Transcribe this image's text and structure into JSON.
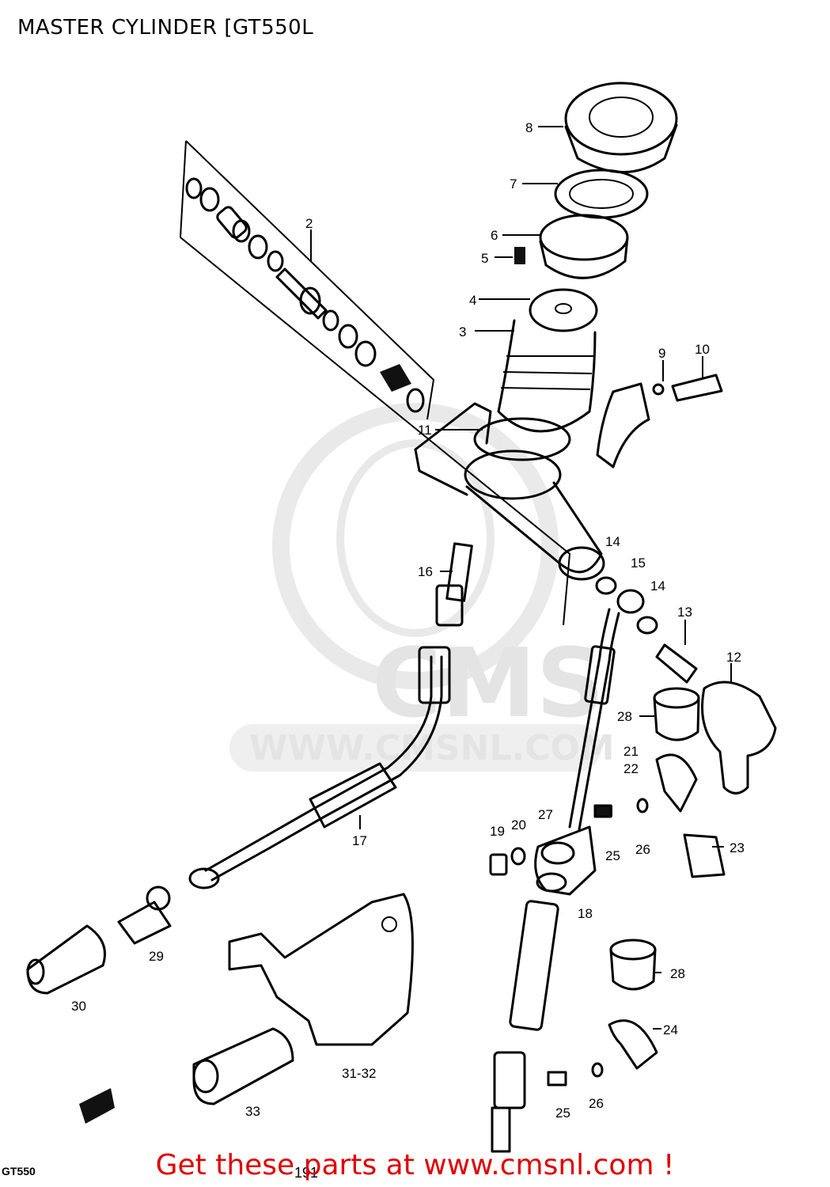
{
  "title": "MASTER CYLINDER [GT550L",
  "footer": {
    "text": "Get these parts at www.cmsnl.com !"
  },
  "watermark": {
    "logo": "CMS",
    "url": "WWW.CMSNL.COM"
  },
  "model_stamp": "GT550",
  "page_ref": "191",
  "part_callouts": [
    {
      "id": "p8",
      "label": "8"
    },
    {
      "id": "p7",
      "label": "7"
    },
    {
      "id": "p6",
      "label": "6"
    },
    {
      "id": "p5",
      "label": "5"
    },
    {
      "id": "p4",
      "label": "4"
    },
    {
      "id": "p3",
      "label": "3"
    },
    {
      "id": "p2",
      "label": "2"
    },
    {
      "id": "p9",
      "label": "9"
    },
    {
      "id": "p10",
      "label": "10"
    },
    {
      "id": "p11",
      "label": "11"
    },
    {
      "id": "p14a",
      "label": "14"
    },
    {
      "id": "p15",
      "label": "15"
    },
    {
      "id": "p14b",
      "label": "14"
    },
    {
      "id": "p13",
      "label": "13"
    },
    {
      "id": "p16",
      "label": "16"
    },
    {
      "id": "p12",
      "label": "12"
    },
    {
      "id": "p28a",
      "label": "28"
    },
    {
      "id": "p21",
      "label": "21"
    },
    {
      "id": "p22",
      "label": "22"
    },
    {
      "id": "p17",
      "label": "17"
    },
    {
      "id": "p27",
      "label": "27"
    },
    {
      "id": "p19",
      "label": "19"
    },
    {
      "id": "p20",
      "label": "20"
    },
    {
      "id": "p25a",
      "label": "25"
    },
    {
      "id": "p26a",
      "label": "26"
    },
    {
      "id": "p23",
      "label": "23"
    },
    {
      "id": "p18",
      "label": "18"
    },
    {
      "id": "p29",
      "label": "29"
    },
    {
      "id": "p30",
      "label": "30"
    },
    {
      "id": "p28b",
      "label": "28"
    },
    {
      "id": "p24",
      "label": "24"
    },
    {
      "id": "p3132",
      "label": "31-32"
    },
    {
      "id": "p33",
      "label": "33"
    },
    {
      "id": "p25b",
      "label": "25"
    },
    {
      "id": "p26b",
      "label": "26"
    }
  ]
}
